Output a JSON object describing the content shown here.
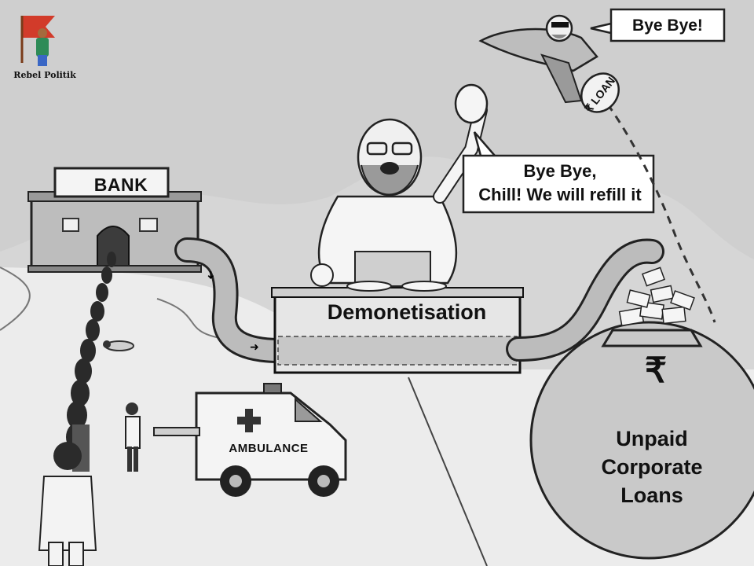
{
  "logo": {
    "text": "Rebel Politik"
  },
  "bank": {
    "sign": "BANK"
  },
  "platform": {
    "label": "Demonetisation"
  },
  "speech_center": {
    "line1": "Bye Bye,",
    "line2": "Chill! We will refill it"
  },
  "speech_plane": {
    "text": "Bye Bye!"
  },
  "loan_bag": {
    "symbol": "₹",
    "label": "LOAN"
  },
  "sack": {
    "symbol": "₹",
    "line1": "Unpaid",
    "line2": "Corporate",
    "line3": "Loans"
  },
  "ambulance": {
    "label": "AMBULANCE"
  }
}
